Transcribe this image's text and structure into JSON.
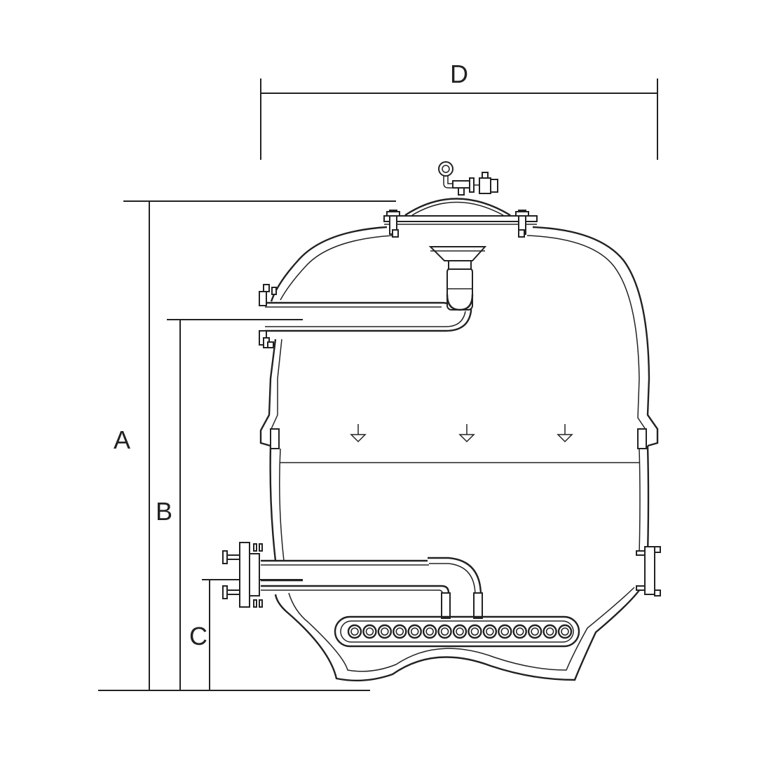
{
  "dimensions": {
    "a": "A",
    "b": "B",
    "c": "C",
    "d": "D"
  },
  "colors": {
    "line": "#222222",
    "background": "#ffffff"
  },
  "diffuser_nozzle_count": 15,
  "flow_arrow_count": 3
}
